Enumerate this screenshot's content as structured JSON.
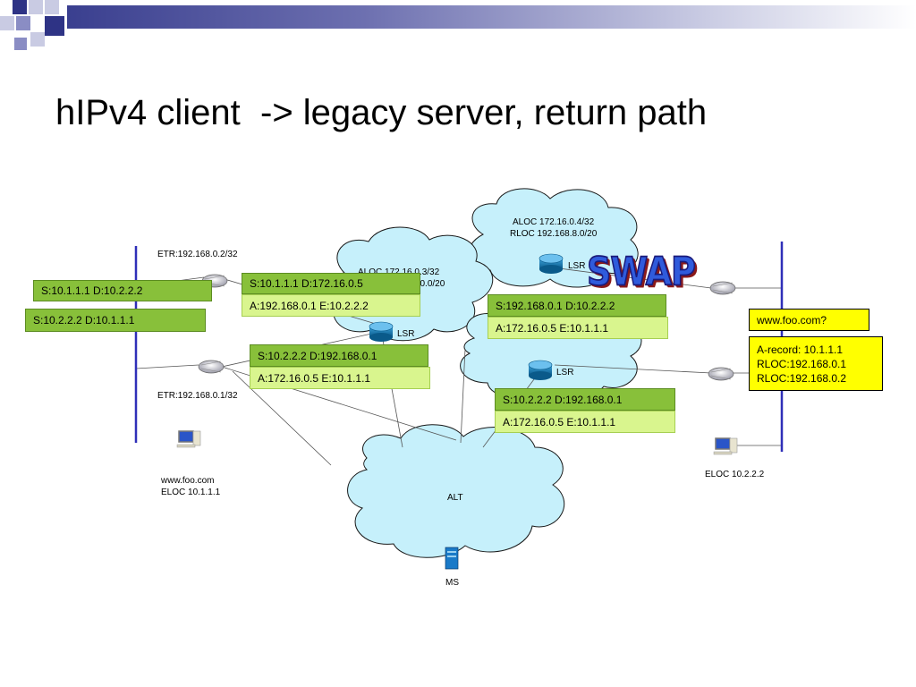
{
  "slide": {
    "title": "hIPv4 client  -> legacy server, return path"
  },
  "colors": {
    "accent": "#3a3f8f",
    "cloud": "#c6f0fb",
    "green_dark": "#88c03a",
    "green_light": "#d9f58e",
    "yellow": "#ffff00"
  },
  "clouds": {
    "top": {
      "line1": "ALOC 172.16.0.4/32",
      "line2": "RLOC 192.168.8.0/20"
    },
    "middle": {
      "line1": "ALOC 172.16.0.3/32",
      "line2": "RLOC 192.168.0.0/20"
    },
    "alt": {
      "label": "ALT"
    }
  },
  "routers": {
    "lsr_label": "LSR"
  },
  "labels": {
    "etr_top": "ETR:192.168.0.2/32",
    "etr_bottom": "ETR:192.168.0.1/32",
    "server_line1": "www.foo.com",
    "server_line2": "ELOC 10.1.1.1",
    "eloc_right": "ELOC 10.2.2.2",
    "ms": "MS"
  },
  "swap": {
    "text": "SWAP"
  },
  "boxes": {
    "b1": "S:10.1.1.1 D:10.2.2.2",
    "b2": "S:10.2.2.2 D:10.1.1.1",
    "b3_dark": "S:10.1.1.1 D:172.16.0.5",
    "b3_light": "A:192.168.0.1 E:10.2.2.2",
    "b4_dark": "S:192.168.0.1 D:10.2.2.2",
    "b4_light": "A:172.16.0.5 E:10.1.1.1",
    "b5_dark": "S:10.2.2.2 D:192.168.0.1",
    "b5_light": "A:172.16.0.5 E:10.1.1.1",
    "b6_dark": "S:10.2.2.2 D:192.168.0.1",
    "b6_light": "A:172.16.0.5 E:10.1.1.1"
  },
  "dns": {
    "query": "www.foo.com?",
    "answer_line1": "A-record: 10.1.1.1",
    "answer_line2": "RLOC:192.168.0.1",
    "answer_line3": "RLOC:192.168.0.2"
  }
}
